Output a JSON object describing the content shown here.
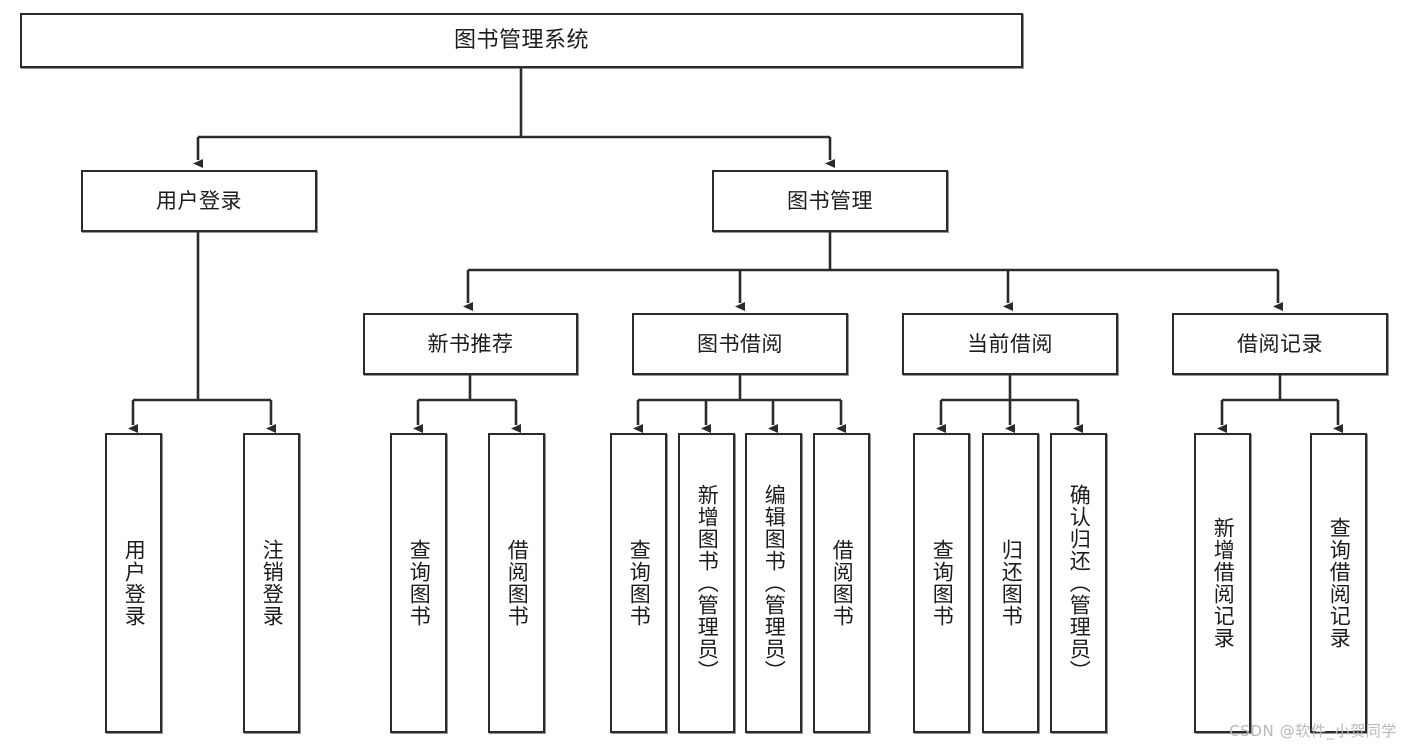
{
  "diagram": {
    "title": "图书管理系统",
    "type": "tree-hierarchy",
    "watermark": "CSDN @软件_小贺同学",
    "colors": {
      "box_border": "#2b2b2b",
      "box_fill": "#ffffff",
      "connector": "#2b2b2b",
      "text": "#1c1c1c",
      "watermark": "#b9b9b9"
    }
  },
  "nodes": {
    "root": {
      "label": "图书管理系统"
    },
    "level2": [
      {
        "label": "用户登录"
      },
      {
        "label": "图书管理"
      }
    ],
    "level3": [
      {
        "label": "新书推荐"
      },
      {
        "label": "图书借阅"
      },
      {
        "label": "当前借阅"
      },
      {
        "label": "借阅记录"
      }
    ],
    "leaves": {
      "user_login": [
        {
          "label": "用户登录"
        },
        {
          "label": "注销登录"
        }
      ],
      "new_book": [
        {
          "label": "查询图书"
        },
        {
          "label": "借阅图书"
        }
      ],
      "book_borrow": [
        {
          "label": "查询图书"
        },
        {
          "label": "新增图书（管理员）"
        },
        {
          "label": "编辑图书（管理员）"
        },
        {
          "label": "借阅图书"
        }
      ],
      "current_borrow": [
        {
          "label": "查询图书"
        },
        {
          "label": "归还图书"
        },
        {
          "label": "确认归还（管理员）"
        }
      ],
      "borrow_record": [
        {
          "label": "新增借阅记录"
        },
        {
          "label": "查询借阅记录"
        }
      ]
    }
  }
}
